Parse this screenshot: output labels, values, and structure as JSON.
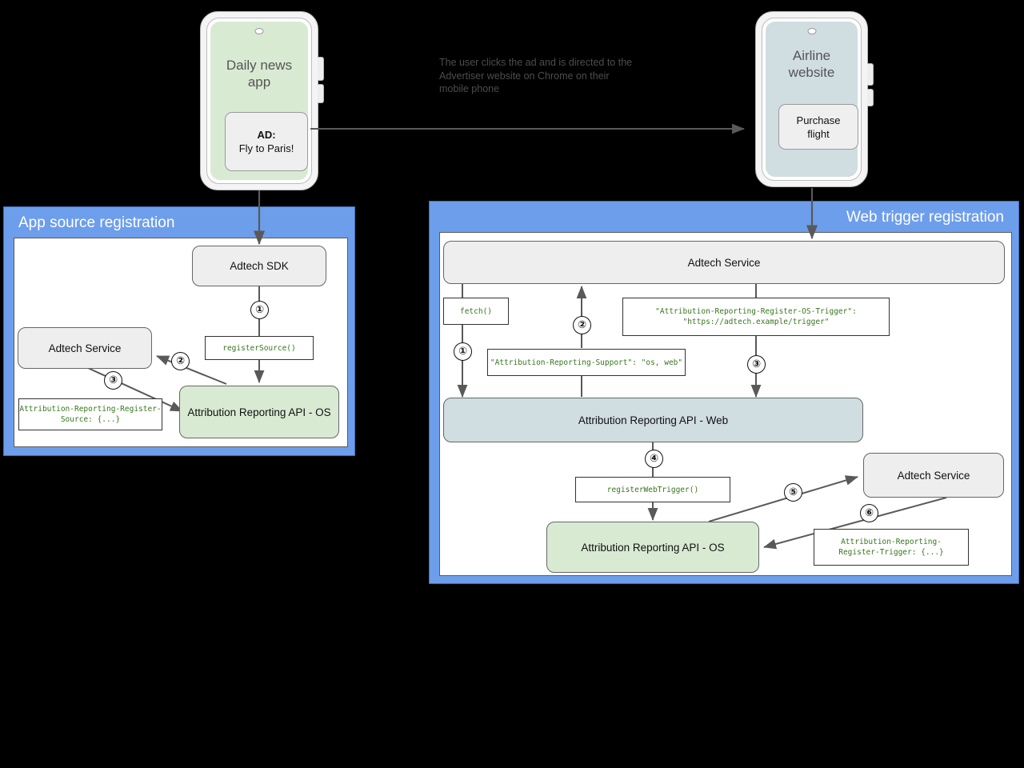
{
  "phones": [
    {
      "id": "daily-news-phone",
      "title": "Daily news\napp",
      "card_line1": "AD:",
      "card_line2": "Fly to Paris!",
      "screen_color": "#d9ead3"
    },
    {
      "id": "airline-phone",
      "title": "Airline\nwebsite",
      "card_line1": "Purchase",
      "card_line2": "flight",
      "screen_color": "#d0dde1"
    }
  ],
  "annotation": {
    "text": "The user clicks the ad and is directed to the Advertiser website on Chrome on their mobile phone"
  },
  "panels": {
    "app_source": {
      "title": "App source registration",
      "header_color": "#6d9eeb",
      "nodes": {
        "adtech_sdk": "Adtech SDK",
        "adtech_service": "Adtech Service",
        "ar_api_os": "Attribution Reporting API - OS"
      },
      "codeboxes": {
        "register_source": "registerSource()",
        "register_source_header": "Attribution-Reporting-Register-\nSource: {...}"
      },
      "steps": [
        "①",
        "②",
        "③"
      ]
    },
    "web_trigger": {
      "title": "Web trigger registration",
      "header_color": "#6d9eeb",
      "nodes": {
        "adtech_service_top": "Adtech Service",
        "ar_api_web": "Attribution Reporting API - Web",
        "ar_api_os": "Attribution Reporting API - OS",
        "adtech_service_bottom": "Adtech Service"
      },
      "codeboxes": {
        "fetch": "fetch()",
        "os_trigger_header": "\"Attribution-Reporting-Register-OS-Trigger\":\n    \"https://adtech.example/trigger\"",
        "support_header": "\"Attribution-Reporting-Support\": \"os, web\"",
        "register_web_trigger": "registerWebTrigger()",
        "register_trigger_header": "Attribution-Reporting-\nRegister-Trigger: {...}"
      },
      "steps": [
        "①",
        "②",
        "③",
        "④",
        "⑤",
        "⑥"
      ]
    }
  },
  "colors": {
    "panel_blue": "#6d9eeb",
    "node_green": "#d9ead3",
    "node_blue": "#d0dde1",
    "node_grey": "#eeeeee",
    "code_text": "#38761d",
    "arrow": "#595959",
    "background": "#000000"
  }
}
